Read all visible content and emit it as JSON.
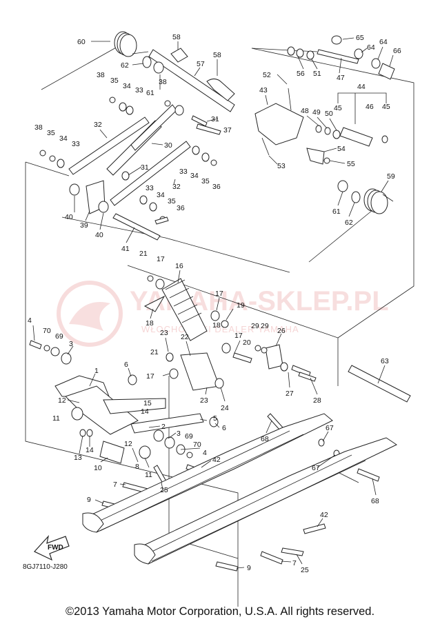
{
  "watermark": {
    "brand": "YAMAHA-SKLEP.PL",
    "tagline": "WŁOCHOWSKI DEALER YAMAHA"
  },
  "diagram_code": "8GJ7110-J280",
  "fwd_label": "FWD",
  "copyright": "©2013 Yamaha Motor Corporation, U.S.A. All rights reserved.",
  "callouts": {
    "c60": "60",
    "c62a": "62",
    "c58a": "58",
    "c58b": "58",
    "c57": "57",
    "c61a": "61",
    "c38a": "38",
    "c35a": "35",
    "c34a": "34",
    "c33a": "33",
    "c38b": "38",
    "c31a": "31",
    "c37": "37",
    "c52": "52",
    "c43": "43",
    "c65": "65",
    "c64a": "64",
    "c64b": "64",
    "c66": "66",
    "c56": "56",
    "c51": "51",
    "c47": "47",
    "c44": "44",
    "c48": "48",
    "c49": "49",
    "c50": "50",
    "c45a": "45",
    "c46": "46",
    "c45b": "45",
    "c54": "54",
    "c53": "53",
    "c55": "55",
    "c59": "59",
    "c61b": "61",
    "c62b": "62",
    "c38c": "38",
    "c35b": "35",
    "c34b": "34",
    "c33b": "33",
    "c32a": "32",
    "c30": "30",
    "c31b": "31",
    "c33c": "33",
    "c34c": "34",
    "c35c": "35",
    "c36a": "36",
    "c32b": "32",
    "c33d": "33",
    "c34d": "34",
    "c35d": "35",
    "c36b": "36",
    "c40a": "40",
    "c39": "39",
    "c40b": "40",
    "c41": "41",
    "c21a": "21",
    "c17a": "17",
    "c16": "16",
    "c18a": "18",
    "c17b": "17",
    "c19": "19",
    "c18b": "18",
    "c17c": "17",
    "c20": "20",
    "c29a": "29",
    "c29b": "29",
    "c26": "26",
    "c23a": "23",
    "c22": "22",
    "c21b": "21",
    "c17d": "17",
    "c23b": "23",
    "c24": "24",
    "c27": "27",
    "c28": "28",
    "c63": "63",
    "c4a": "4",
    "c70a": "70",
    "c69a": "69",
    "c3a": "3",
    "c1": "1",
    "c6a": "6",
    "c12a": "12",
    "c15": "15",
    "c14a": "14",
    "c11a": "11",
    "c2": "2",
    "c3b": "3",
    "c69b": "69",
    "c70b": "70",
    "c4b": "4",
    "c5": "5",
    "c6b": "6",
    "c13": "13",
    "c14b": "14",
    "c12b": "12",
    "c8": "8",
    "c11b": "11",
    "c10": "10",
    "c42a": "42",
    "c7a": "7",
    "c25a": "25",
    "c68a": "68",
    "c67a": "67",
    "c67b": "67",
    "c68b": "68",
    "c9a": "9",
    "c42b": "42",
    "c7b": "7",
    "c25b": "25",
    "c9b": "9"
  }
}
